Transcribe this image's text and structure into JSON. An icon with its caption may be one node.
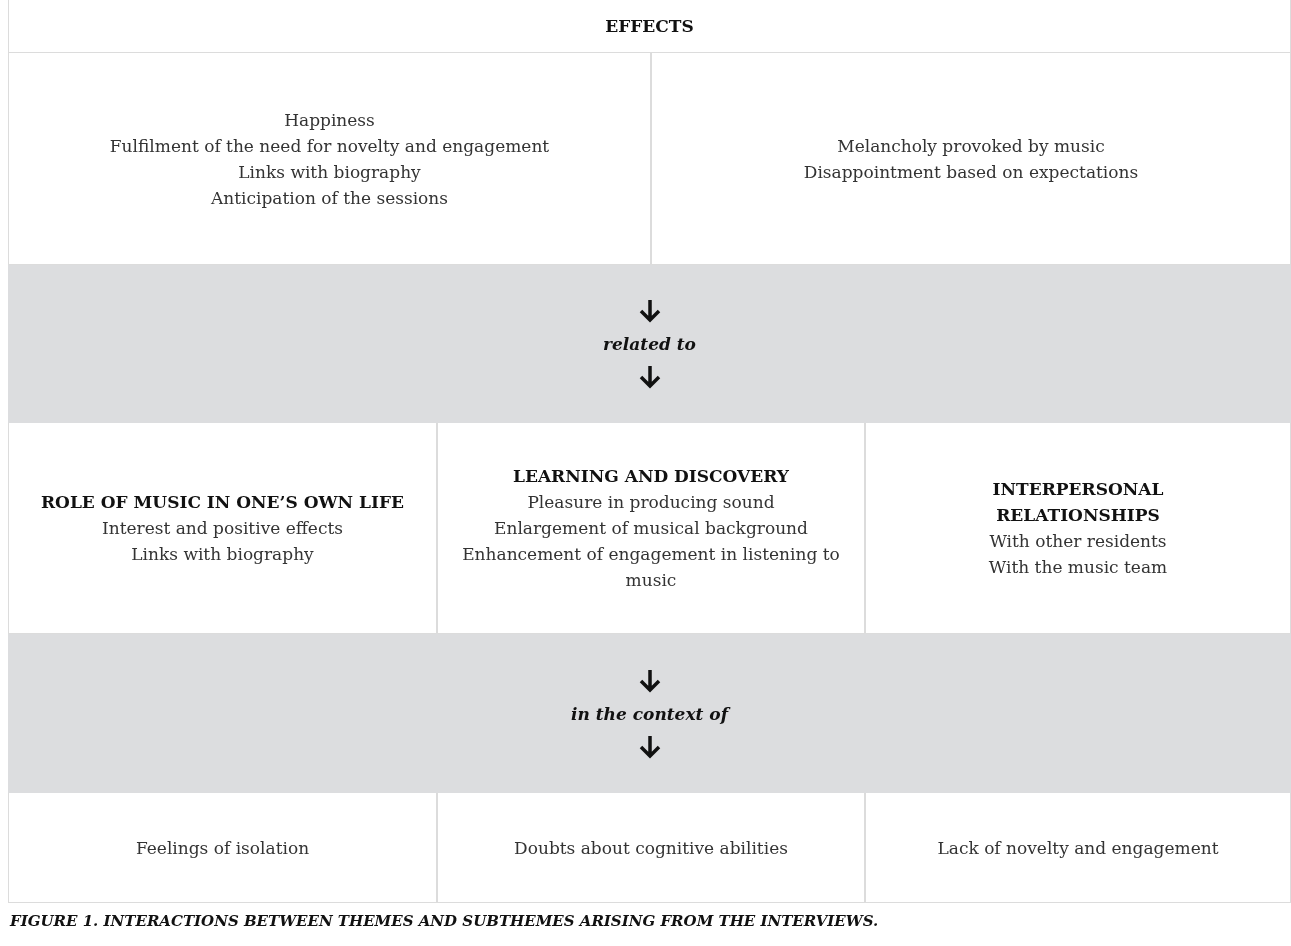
{
  "diagram": {
    "caption": "FIGURE 1. INTERACTIONS BETWEEN THEMES AND SUBTHEMES ARISING FROM THE INTERVIEWS.",
    "nodes": [
      {
        "text": [
          "EFFECTS"
        ]
      },
      {
        "text": [
          "Happiness",
          "Fulfilment of the need for novelty and engagement",
          "Links with biography",
          "Anticipation of the sessions"
        ]
      },
      {
        "text": [
          "Melancholy provoked by music",
          "Disappointment based on expectations"
        ]
      },
      {
        "text": [
          "related to"
        ]
      },
      {
        "text": [
          "ROLE OF MUSIC IN ONE’S OWN LIFE",
          "Interest and positive effects",
          "Links with biography"
        ]
      },
      {
        "text": [
          "LEARNING AND DISCOVERY",
          "Pleasure in producing sound",
          "Enlargement of musical background",
          "Enhancement of engagement in listening to music"
        ]
      },
      {
        "text": [
          "INTERPERSONAL RELATIONSHIPS",
          "With other residents",
          "With the music team"
        ]
      },
      {
        "text": [
          "in the context of"
        ]
      },
      {
        "text": [
          "Feelings of isolation"
        ]
      },
      {
        "text": [
          "Doubts about cognitive abilities"
        ]
      },
      {
        "text": [
          "Lack of novelty and engagement"
        ]
      }
    ]
  }
}
